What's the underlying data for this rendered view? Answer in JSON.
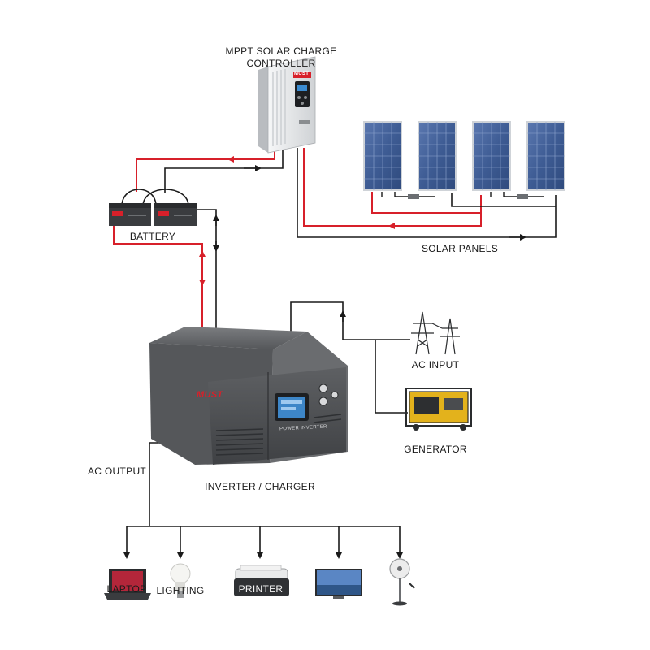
{
  "labels": {
    "controller_line1": "MPPT SOLAR CHARGE",
    "controller_line2": "CONTROLLER",
    "battery": "BATTERY",
    "solar_panels": "SOLAR PANELS",
    "ac_input": "AC INPUT",
    "generator": "GENERATOR",
    "inverter": "INVERTER / CHARGER",
    "ac_output": "AC OUTPUT",
    "laptop": "LAPTOP",
    "lighting": "LIGHTING",
    "printer": "PRINTER"
  },
  "device_text": {
    "brand": "MUST",
    "inverter_model": "POWER INVERTER"
  },
  "colors": {
    "dc_positive": "#d7202a",
    "negative_wire": "#1a1a1a",
    "panel_blue": "#3f5f97",
    "inverter_body": "#5c5e60",
    "controller_body": "#e8eaec"
  },
  "icons": [
    "mppt-controller-icon",
    "solar-panel-icon",
    "battery-icon",
    "inverter-icon",
    "power-tower-icon",
    "generator-icon",
    "laptop-icon",
    "light-bulb-icon",
    "printer-icon",
    "tv-icon",
    "fan-icon"
  ]
}
